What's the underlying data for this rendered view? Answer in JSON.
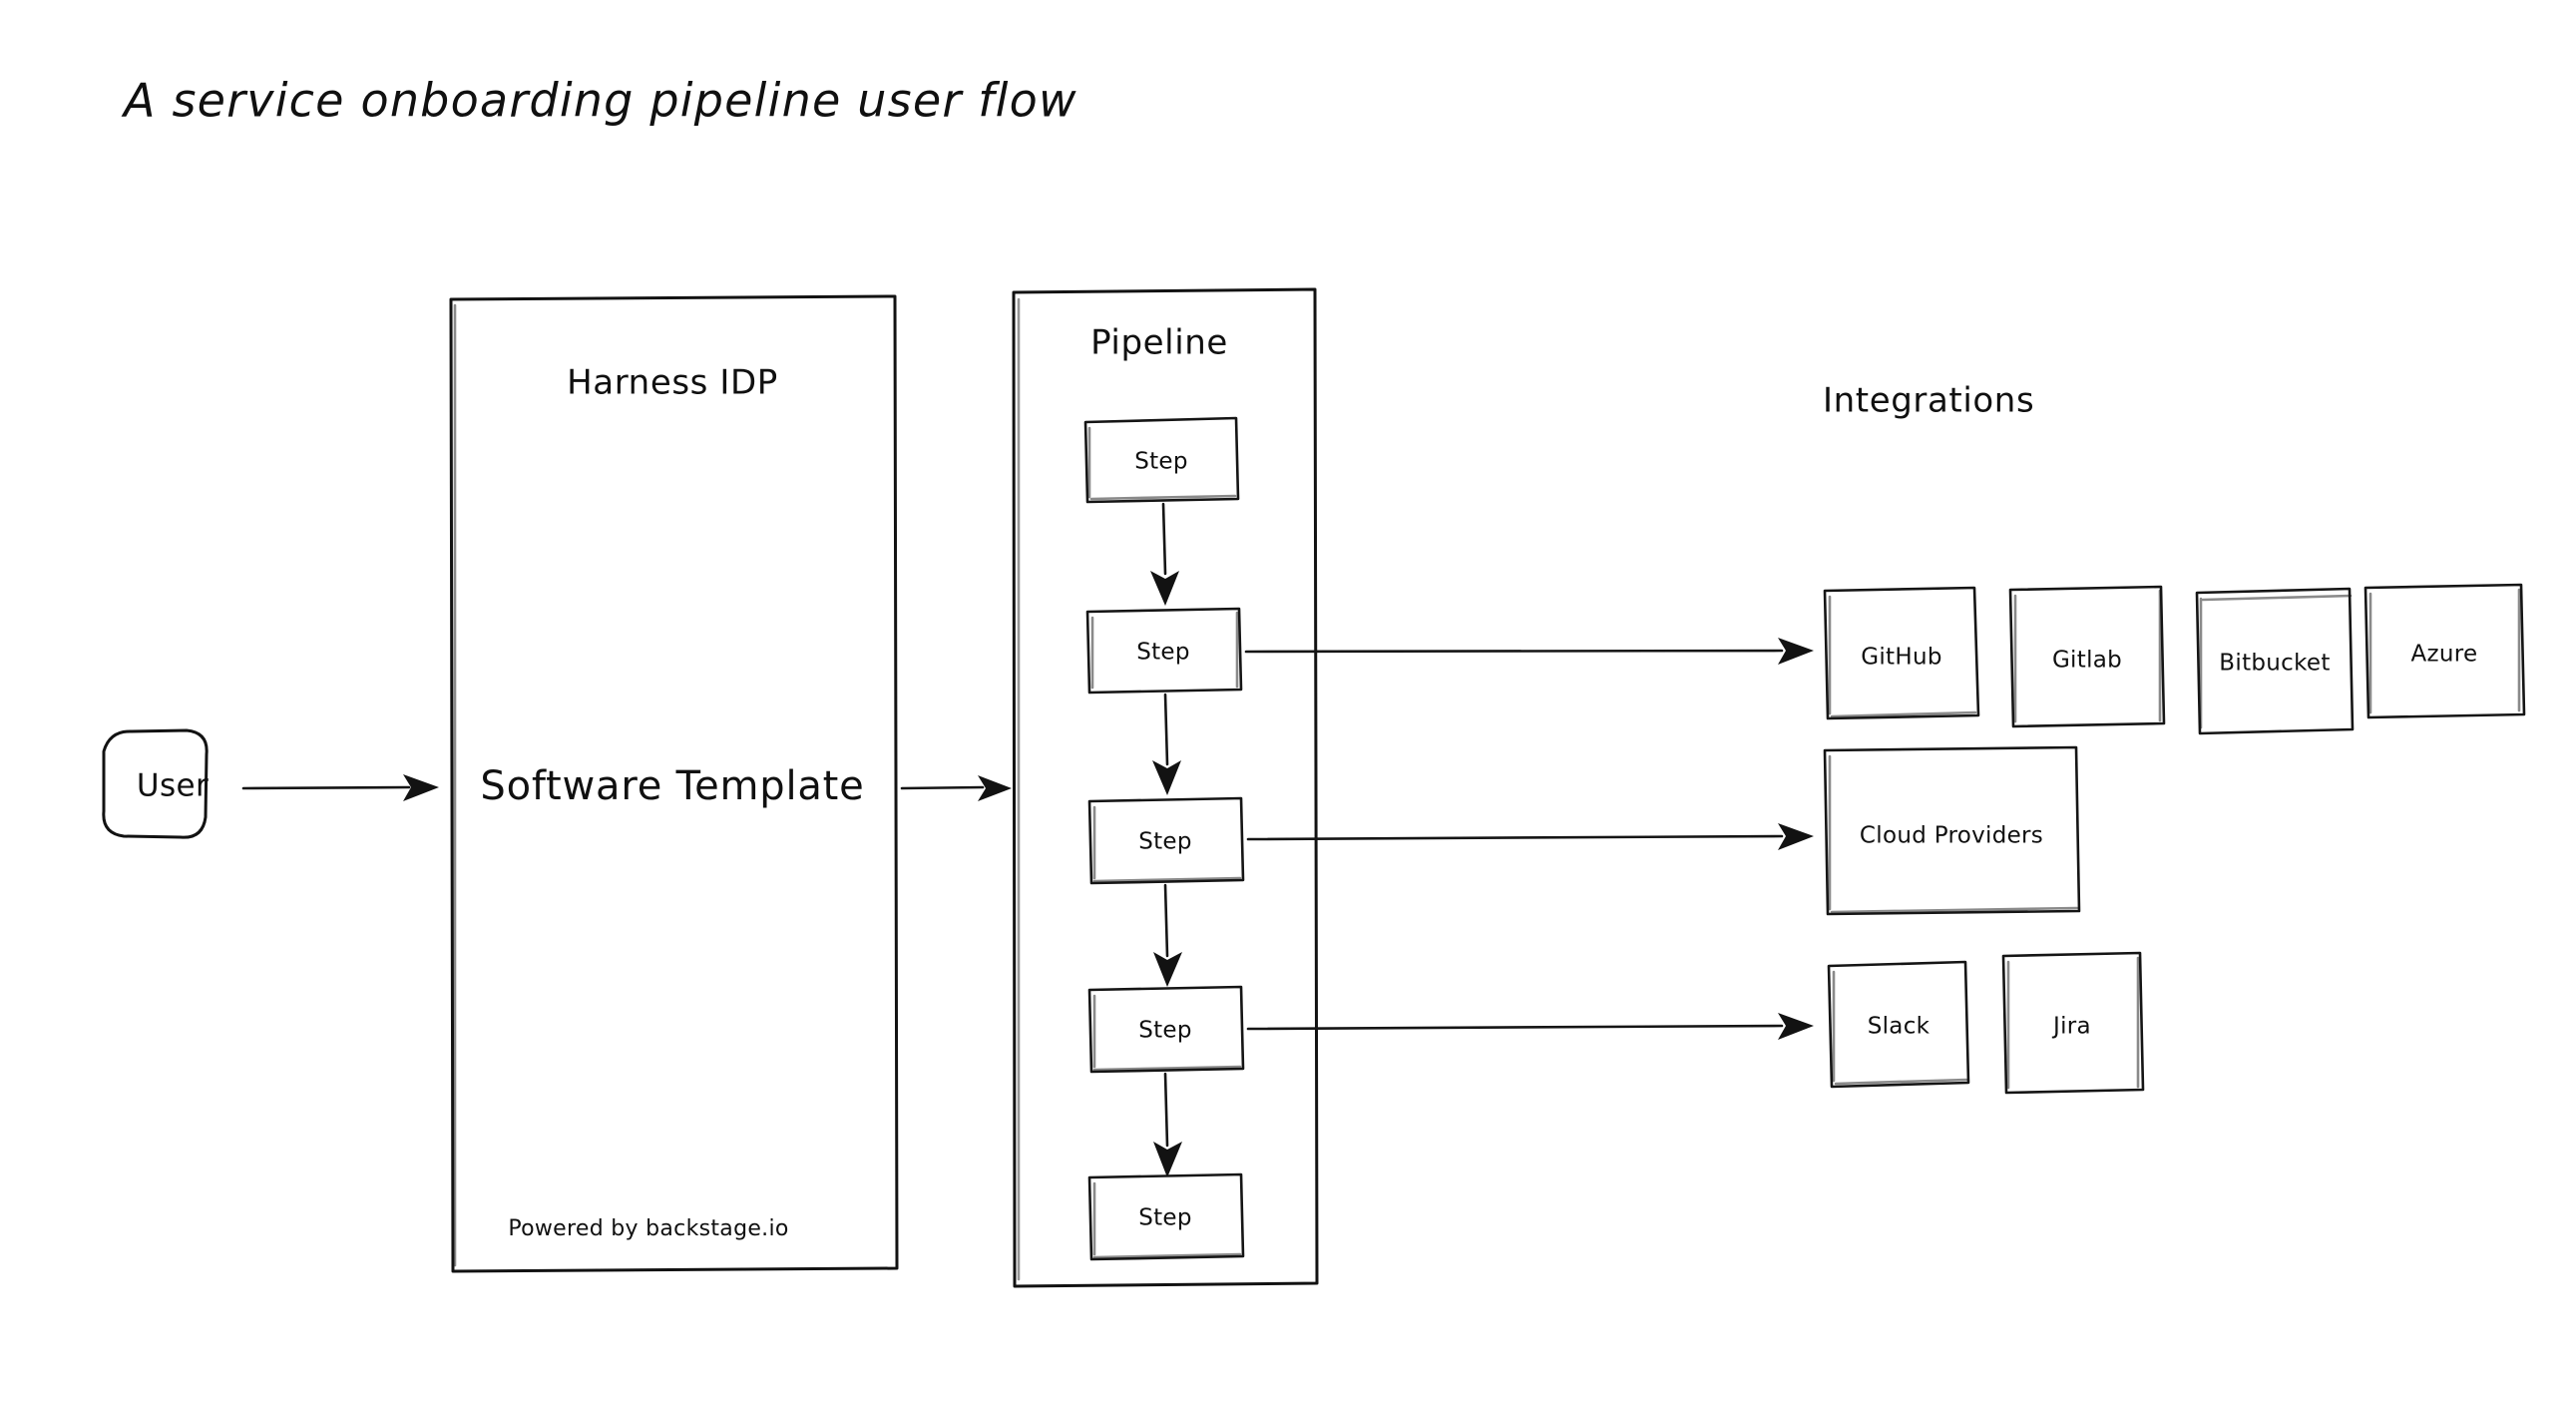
{
  "page": {
    "title": "A service onboarding pipeline user flow",
    "background_color": "#ffffff",
    "ink_color": "#121212",
    "style": "hand-drawn sketch"
  },
  "actor": {
    "label": "User"
  },
  "idp_panel": {
    "heading": "Harness IDP",
    "body_label": "Software Template",
    "footer": "Powered by backstage.io"
  },
  "pipeline_panel": {
    "heading": "Pipeline",
    "steps": [
      {
        "label": "Step"
      },
      {
        "label": "Step"
      },
      {
        "label": "Step"
      },
      {
        "label": "Step"
      },
      {
        "label": "Step"
      }
    ]
  },
  "integrations": {
    "heading": "Integrations",
    "scm_row": [
      {
        "label": "GitHub"
      },
      {
        "label": "Gitlab"
      },
      {
        "label": "Bitbucket"
      },
      {
        "label": "Azure"
      }
    ],
    "cloud_row": [
      {
        "label": "Cloud Providers"
      }
    ],
    "tooling_row": [
      {
        "label": "Slack"
      },
      {
        "label": "Jira"
      }
    ]
  },
  "connections": [
    {
      "from": "User",
      "to": "Harness IDP",
      "kind": "arrow"
    },
    {
      "from": "Harness IDP",
      "to": "Pipeline",
      "kind": "arrow"
    },
    {
      "from": "Step 1",
      "to": "Step 2",
      "kind": "arrow"
    },
    {
      "from": "Step 2",
      "to": "Step 3",
      "kind": "arrow"
    },
    {
      "from": "Step 3",
      "to": "Step 4",
      "kind": "arrow"
    },
    {
      "from": "Step 4",
      "to": "Step 5",
      "kind": "arrow"
    },
    {
      "from": "Step 2",
      "to": "GitHub",
      "kind": "arrow"
    },
    {
      "from": "Step 3",
      "to": "Cloud Providers",
      "kind": "arrow"
    },
    {
      "from": "Step 4",
      "to": "Slack",
      "kind": "arrow"
    }
  ]
}
